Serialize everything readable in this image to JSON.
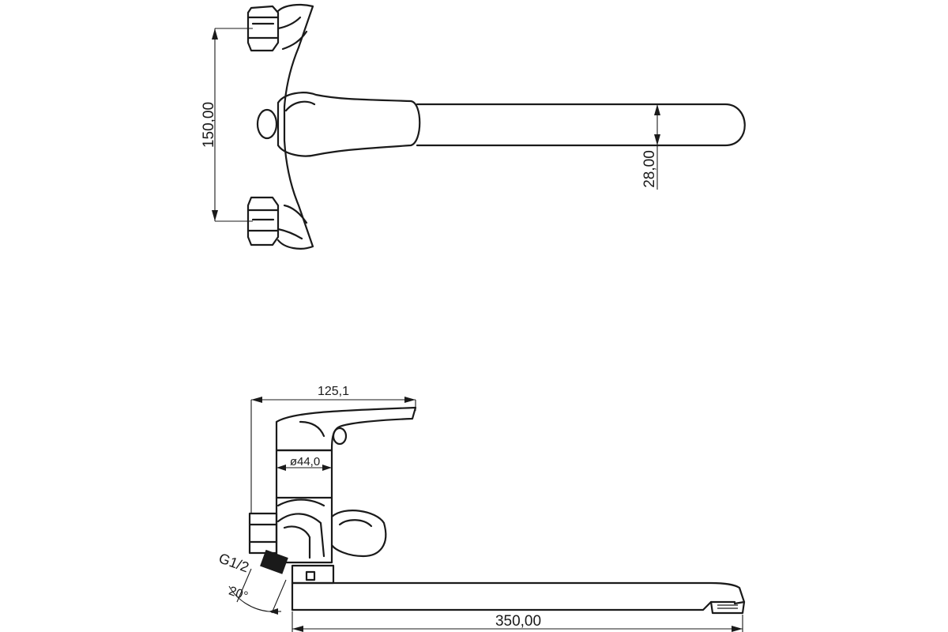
{
  "dimensions": {
    "height_between_inlets": "150,00",
    "spout_diameter": "28,00",
    "body_depth": "125,1",
    "cartridge_diameter": "ø44,0",
    "thread": "G1/2",
    "angle": "20°",
    "spout_length": "350,00"
  }
}
